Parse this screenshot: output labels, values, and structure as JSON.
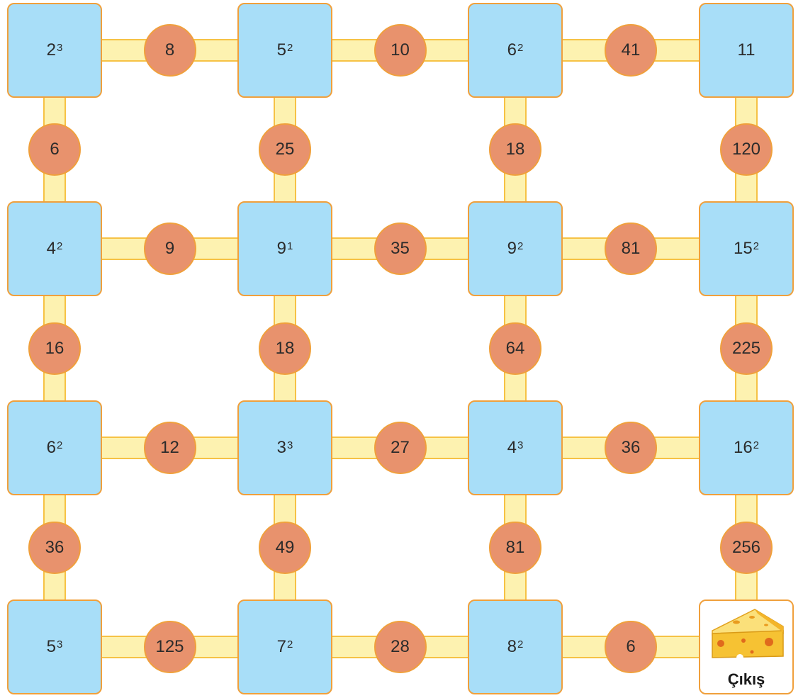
{
  "grid": {
    "rows": [
      [
        {
          "base": "2",
          "exp": "3"
        },
        {
          "base": "5",
          "exp": "2"
        },
        {
          "base": "6",
          "exp": "2"
        },
        {
          "base": "11",
          "exp": ""
        }
      ],
      [
        {
          "base": "4",
          "exp": "2"
        },
        {
          "base": "9",
          "exp": "1"
        },
        {
          "base": "9",
          "exp": "2"
        },
        {
          "base": "15",
          "exp": "2"
        }
      ],
      [
        {
          "base": "6",
          "exp": "2"
        },
        {
          "base": "3",
          "exp": "3"
        },
        {
          "base": "4",
          "exp": "3"
        },
        {
          "base": "16",
          "exp": "2"
        }
      ],
      [
        {
          "base": "5",
          "exp": "3"
        },
        {
          "base": "7",
          "exp": "2"
        },
        {
          "base": "8",
          "exp": "2"
        },
        null
      ]
    ],
    "horizontal_values": [
      [
        "8",
        "10",
        "41"
      ],
      [
        "9",
        "35",
        "81"
      ],
      [
        "12",
        "27",
        "36"
      ],
      [
        "125",
        "28",
        "6"
      ]
    ],
    "vertical_values": [
      [
        "6",
        "25",
        "18",
        "120"
      ],
      [
        "16",
        "18",
        "64",
        "225"
      ],
      [
        "36",
        "49",
        "81",
        "256"
      ]
    ]
  },
  "exit": {
    "label": "Çıkış",
    "icon": "cheese-icon"
  },
  "colors": {
    "box_fill": "#a8def8",
    "circle_fill": "#e8926d",
    "border": "#f0a03c",
    "path_fill": "#fdf2b0"
  }
}
